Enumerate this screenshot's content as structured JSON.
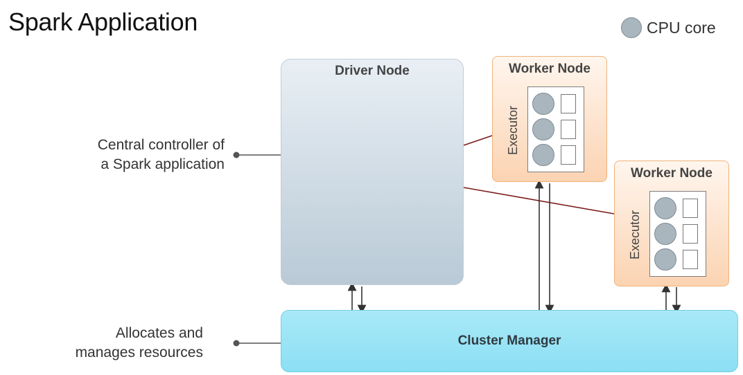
{
  "title": "Spark Application",
  "legend": {
    "core_label": "CPU core",
    "core_icon": "circle-core-icon"
  },
  "driver": {
    "title": "Driver Node",
    "annotation_line1": "Central controller of",
    "annotation_line2": "a Spark application"
  },
  "workers": [
    {
      "title": "Worker Node",
      "executor_label": "Executor",
      "cores": 3
    },
    {
      "title": "Worker Node",
      "executor_label": "Executor",
      "cores": 3
    }
  ],
  "cluster_manager": {
    "title": "Cluster Manager",
    "annotation_line1": "Allocates and",
    "annotation_line2": "manages resources"
  },
  "colors": {
    "driver_top": "#e9eff5",
    "driver_bottom": "#b9cad6",
    "worker_border": "#f0b27a",
    "worker_fill": "#fbd3b2",
    "cluster_fill": "#8cdff4",
    "core_fill": "#aab6be",
    "connector": "#7a1a1a",
    "arrow": "#333333"
  }
}
